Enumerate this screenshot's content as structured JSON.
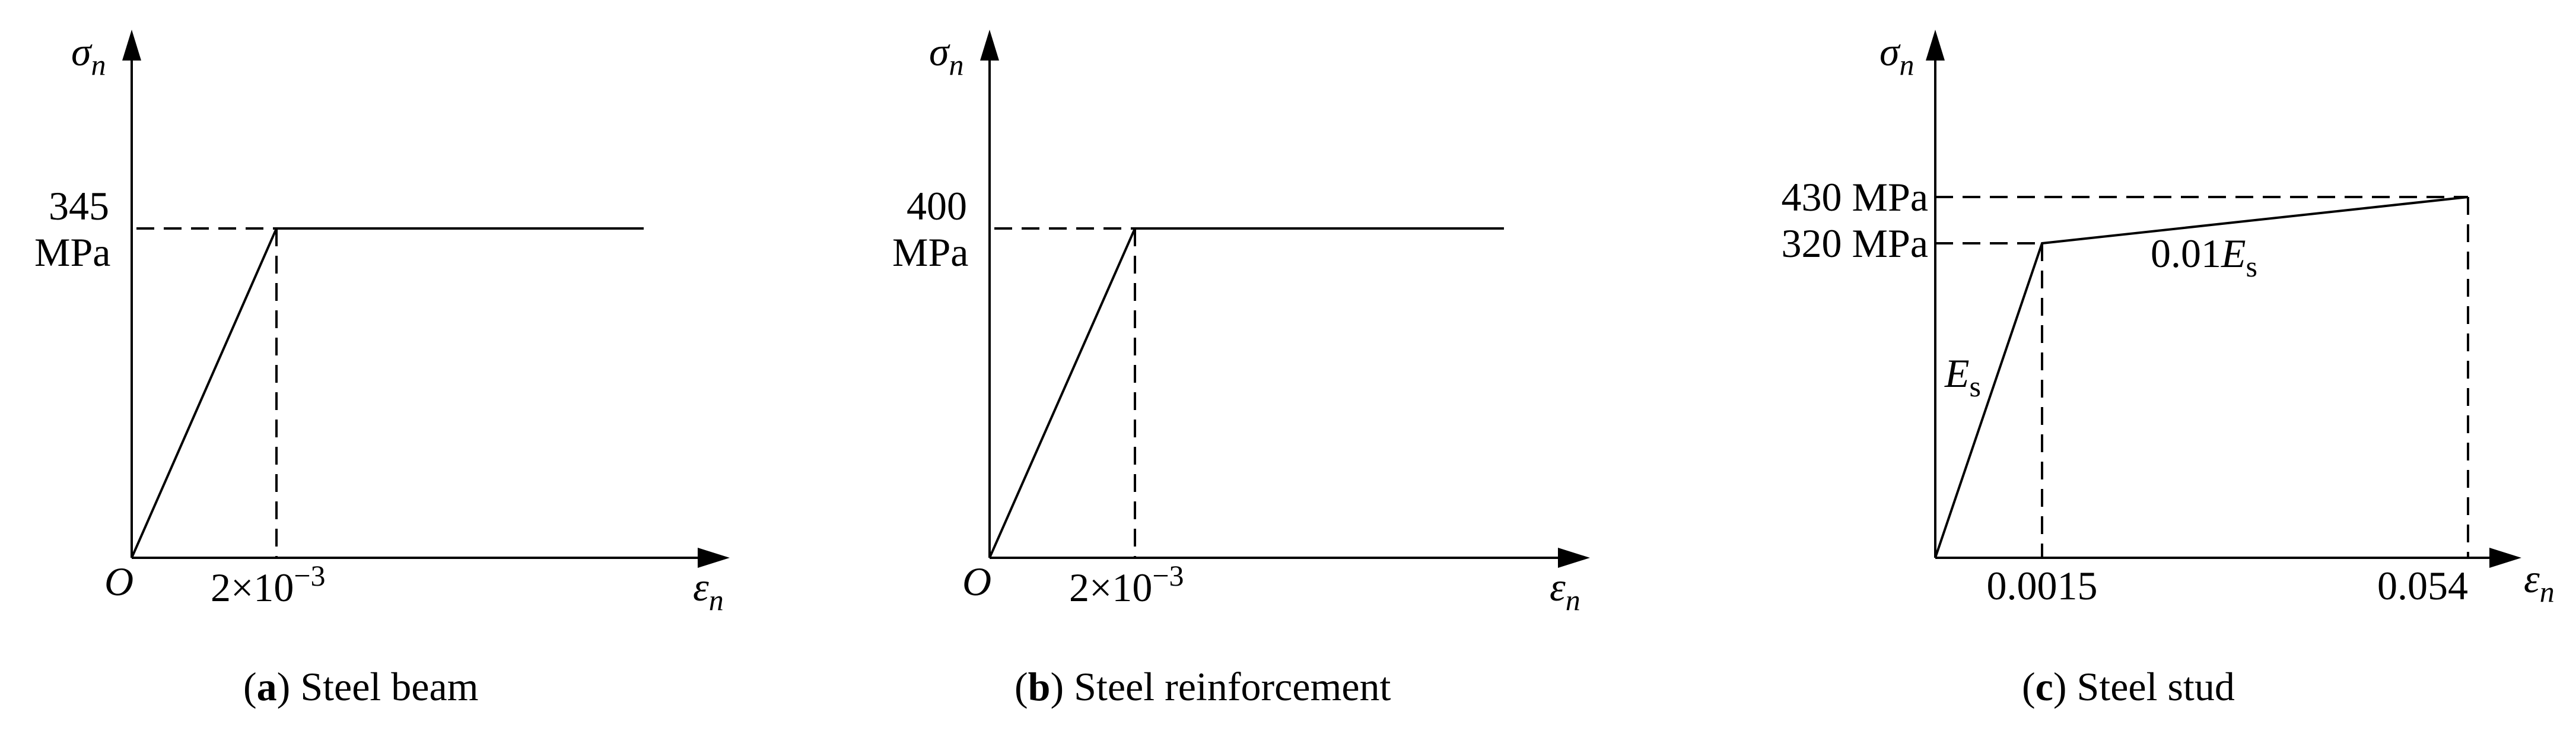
{
  "diagrams": [
    {
      "id": "a",
      "y_axis_symbol": "σ",
      "y_axis_subscript": "n",
      "x_axis_symbol": "ε",
      "x_axis_subscript": "n",
      "origin": "O",
      "yield_stress_line1": "345",
      "yield_stress_line2": "MPa",
      "yield_strain_base": "2×10",
      "yield_strain_exp": "−3",
      "caption_letter": "a",
      "caption_text": "Steel beam"
    },
    {
      "id": "b",
      "y_axis_symbol": "σ",
      "y_axis_subscript": "n",
      "x_axis_symbol": "ε",
      "x_axis_subscript": "n",
      "origin": "O",
      "yield_stress_line1": "400",
      "yield_stress_line2": "MPa",
      "yield_strain_base": "2×10",
      "yield_strain_exp": "−3",
      "caption_letter": "b",
      "caption_text": "Steel reinforcement"
    },
    {
      "id": "c",
      "y_axis_symbol": "σ",
      "y_axis_subscript": "n",
      "x_axis_symbol": "ε",
      "x_axis_subscript": "n",
      "ultimate_stress": "430 MPa",
      "yield_stress": "320 MPa",
      "yield_strain": "0.0015",
      "ultimate_strain": "0.054",
      "elastic_slope_symbol": "E",
      "elastic_slope_subscript": "s",
      "hardening_slope_coef": "0.01",
      "hardening_slope_symbol": "E",
      "hardening_slope_subscript": "s",
      "caption_letter": "c",
      "caption_text": "Steel stud"
    }
  ]
}
